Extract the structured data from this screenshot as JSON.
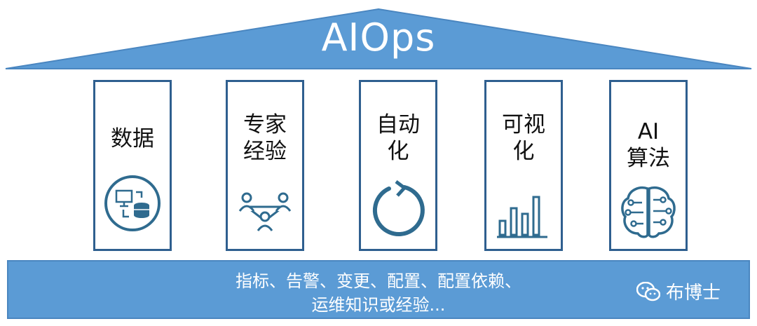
{
  "roof": {
    "title": "AIOps"
  },
  "pillars": [
    {
      "label": "数据",
      "icon": "data-exchange-icon"
    },
    {
      "label": "专家\n经验",
      "icon": "expert-network-icon"
    },
    {
      "label": "自动\n化",
      "icon": "refresh-cycle-icon"
    },
    {
      "label": "可视\n化",
      "icon": "bar-chart-icon"
    },
    {
      "label": "AI\n算法",
      "icon": "brain-circuit-icon"
    }
  ],
  "base": {
    "line1": "指标、告警、变更、配置、配置依赖、",
    "line2": "运维知识或经验...",
    "watermark": "布博士"
  },
  "colors": {
    "roof": "#5b9bd5",
    "pillar_border": "#2f5f8f",
    "icon": "#2f6b8f"
  }
}
